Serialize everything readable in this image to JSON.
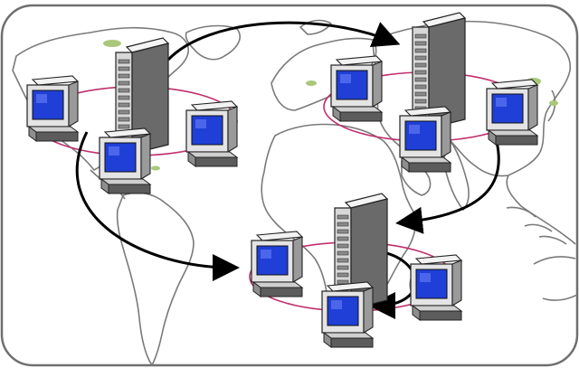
{
  "diagram": {
    "title": "",
    "networks": [
      {
        "id": "network-americas",
        "servers": 1,
        "workstations": 3
      },
      {
        "id": "network-eurasia",
        "servers": 1,
        "workstations": 3
      },
      {
        "id": "network-africa",
        "servers": 1,
        "workstations": 3
      }
    ],
    "links": [
      {
        "from": "network-americas",
        "to": "network-eurasia",
        "style": "arrow"
      },
      {
        "from": "network-eurasia",
        "to": "network-africa",
        "style": "arrow"
      },
      {
        "from": "network-americas",
        "to": "network-africa",
        "style": "arrow"
      },
      {
        "from": "network-africa",
        "to": "network-africa",
        "style": "loop"
      }
    ],
    "colors": {
      "map_outline": "#7a7a7a",
      "map_fill": "#ffffff",
      "frame": "#6f6f6f",
      "ring": "#c0306e",
      "arrow": "#000000",
      "screen": "#1f3fd6",
      "device_body": "#e6e6e6",
      "device_dark": "#555555",
      "land_accent": "#a9c77a"
    },
    "icons": [
      "tower-server-icon",
      "crt-workstation-icon",
      "world-map-background"
    ]
  }
}
